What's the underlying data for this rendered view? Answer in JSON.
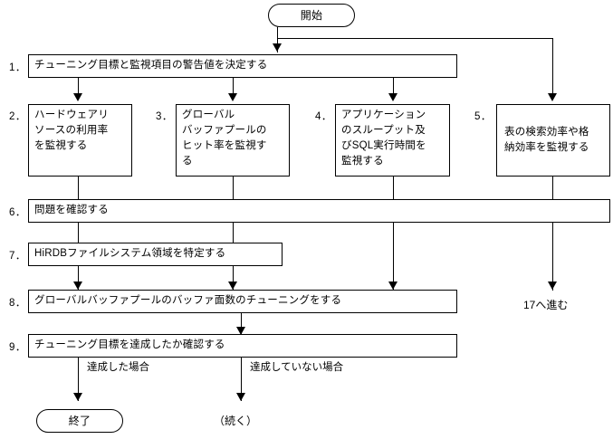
{
  "diagram": {
    "title": "HiRDB tuning procedure flowchart",
    "start_node": {
      "label": "開始"
    },
    "end_node": {
      "label": "終了"
    },
    "continue_node": {
      "label": "（続く）"
    },
    "goto_note": {
      "label": "17へ進む"
    },
    "branch_labels": {
      "achieved": "達成した場合",
      "not_achieved": "達成していない場合"
    },
    "step_numbers": {
      "s1": "1．",
      "s2": "2．",
      "s3": "3．",
      "s4": "4．",
      "s5": "5．",
      "s6": "6．",
      "s7": "7．",
      "s8": "8．",
      "s9": "9．"
    },
    "steps": [
      {
        "id": 1,
        "number": "1．",
        "text": "チューニング目標と監視項目の警告値を決定する"
      },
      {
        "id": 2,
        "number": "2．",
        "text": "ハードウェアリ\nソースの利用率\nを監視する"
      },
      {
        "id": 3,
        "number": "3．",
        "text": "グローバル\nバッファプールの\nヒット率を監視す\nる"
      },
      {
        "id": 4,
        "number": "4．",
        "text": "アプリケーション\nのスループット及\nびSQL実行時間を\n監視する"
      },
      {
        "id": 5,
        "number": "5．",
        "text": "表の検索効率や格\n納効率を監視する"
      },
      {
        "id": 6,
        "number": "6．",
        "text": "問題を確認する"
      },
      {
        "id": 7,
        "number": "7．",
        "text": "HiRDBファイルシステム領域を特定する"
      },
      {
        "id": 8,
        "number": "8．",
        "text": "グローバルバッファプールのバッファ面数のチューニングをする"
      },
      {
        "id": 9,
        "number": "9．",
        "text": "チューニング目標を達成したか確認する"
      }
    ],
    "colors": {
      "line": "#000000",
      "box_fill": "#ffffff",
      "text": "#000000"
    }
  }
}
